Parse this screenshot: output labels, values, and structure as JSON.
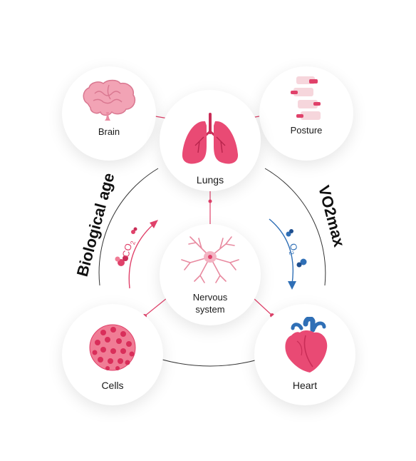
{
  "nodes": {
    "brain": "Brain",
    "posture": "Posture",
    "lungs": "Lungs",
    "nervous_line1": "Nervous",
    "nervous_line2": "system",
    "cells": "Cells",
    "heart": "Heart"
  },
  "side_labels": {
    "left": "Biological age",
    "right": "VO2max"
  },
  "gas_labels": {
    "left": "CO",
    "left_sub": "2",
    "right": "O",
    "right_sub": "2"
  },
  "colors": {
    "pink": "#e0416a",
    "blue": "#2f6fb6",
    "line": "#333333"
  }
}
